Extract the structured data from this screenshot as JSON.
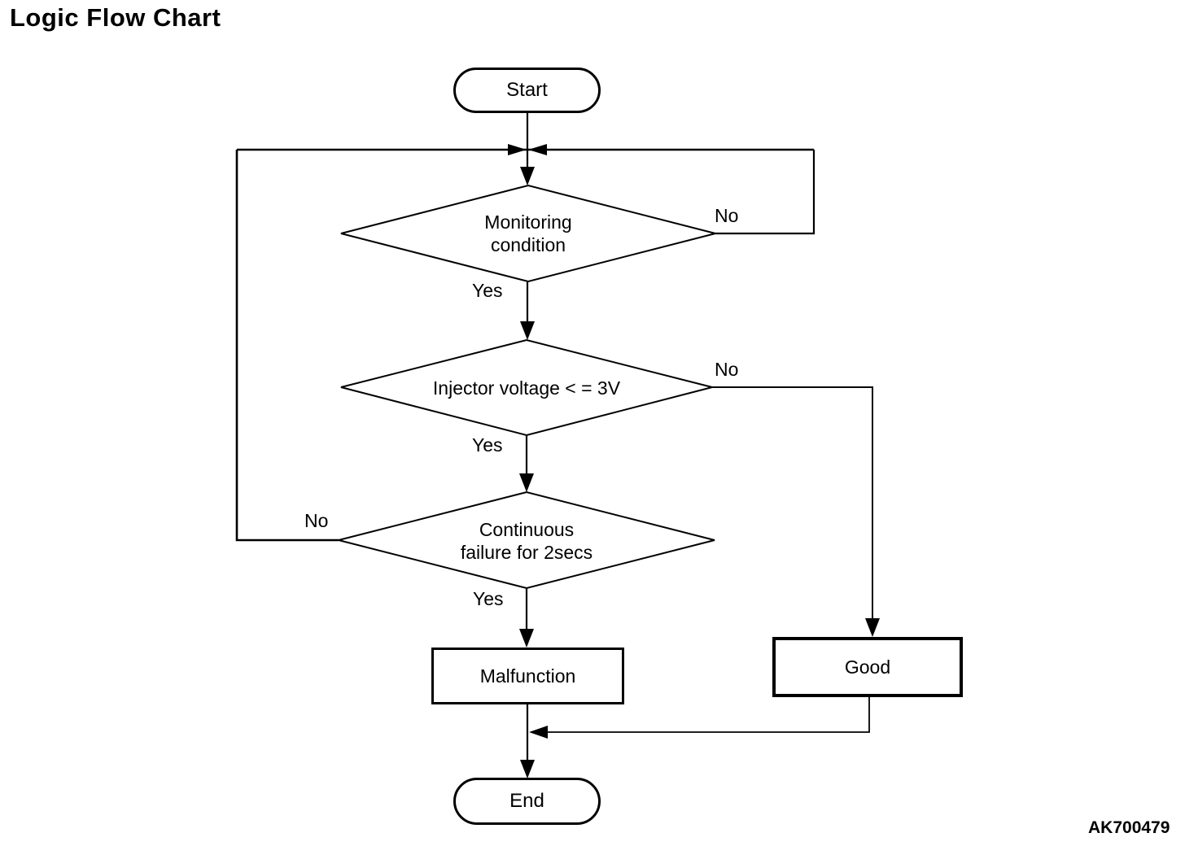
{
  "title": "Logic Flow Chart",
  "figure_code": "AK700479",
  "colors": {
    "ink": "#000000",
    "background": "#ffffff"
  },
  "flowchart": {
    "nodes": {
      "start": {
        "type": "terminator",
        "label": "Start"
      },
      "monitoring": {
        "type": "decision",
        "label": "Monitoring\ncondition"
      },
      "injector": {
        "type": "decision",
        "label": "Injector voltage < = 3V"
      },
      "continuous": {
        "type": "decision",
        "label": "Continuous\nfailure for 2secs"
      },
      "malfunction": {
        "type": "process",
        "label": "Malfunction"
      },
      "good": {
        "type": "process",
        "label": "Good"
      },
      "end": {
        "type": "terminator",
        "label": "End"
      }
    },
    "edge_labels": {
      "monitoring_yes": "Yes",
      "monitoring_no": "No",
      "injector_yes": "Yes",
      "injector_no": "No",
      "continuous_yes": "Yes",
      "continuous_no": "No"
    },
    "edges": [
      {
        "from": "start",
        "to": "monitoring",
        "label": ""
      },
      {
        "from": "monitoring",
        "to": "injector",
        "label": "Yes"
      },
      {
        "from": "monitoring",
        "to": "loop-back-top",
        "label": "No"
      },
      {
        "from": "injector",
        "to": "continuous",
        "label": "Yes"
      },
      {
        "from": "injector",
        "to": "good",
        "label": "No"
      },
      {
        "from": "continuous",
        "to": "malfunction",
        "label": "Yes"
      },
      {
        "from": "continuous",
        "to": "loop-back-top",
        "label": "No"
      },
      {
        "from": "malfunction",
        "to": "end",
        "label": ""
      },
      {
        "from": "good",
        "to": "end",
        "label": ""
      }
    ]
  }
}
